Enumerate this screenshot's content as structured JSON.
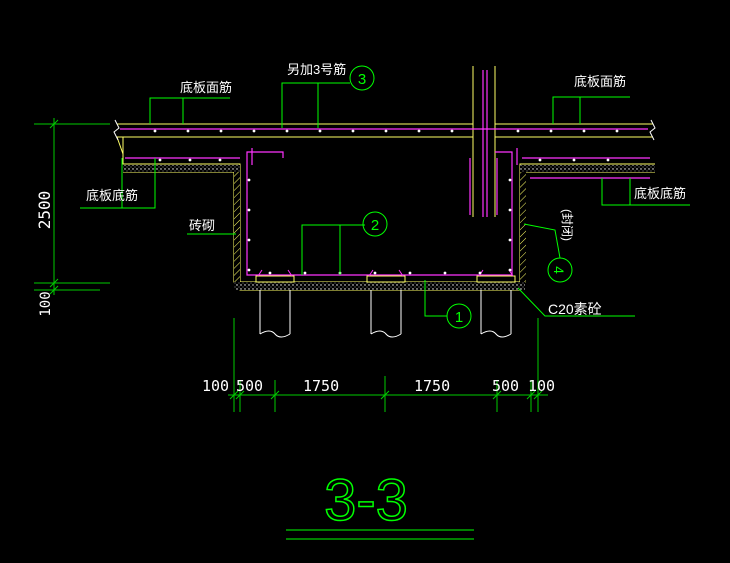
{
  "colors": {
    "background": "#000000",
    "slab": "#ffff66",
    "rebar": "#ff33ff",
    "leader": "#00ff00",
    "dimension": "#00cc00",
    "text": "#ffffff",
    "dot": "#ffffff"
  },
  "labels": {
    "top_bar_left": "底板面筋",
    "top_bar_right": "底板面筋",
    "extra_bar": "另加3号筋",
    "bottom_bar_left": "底板底筋",
    "bottom_bar_right": "底板底筋",
    "brick": "砖砌",
    "concrete": "C20素砼",
    "right_side_vertical": "(封闭)"
  },
  "markers": {
    "m1": "1",
    "m2": "2",
    "m3": "3",
    "m4": "4"
  },
  "dimensions": {
    "vertical_main": "2500",
    "vertical_small": "100",
    "horizontal": [
      "100",
      "500",
      "1750",
      "1750",
      "500",
      "100"
    ]
  },
  "title": "3-3"
}
